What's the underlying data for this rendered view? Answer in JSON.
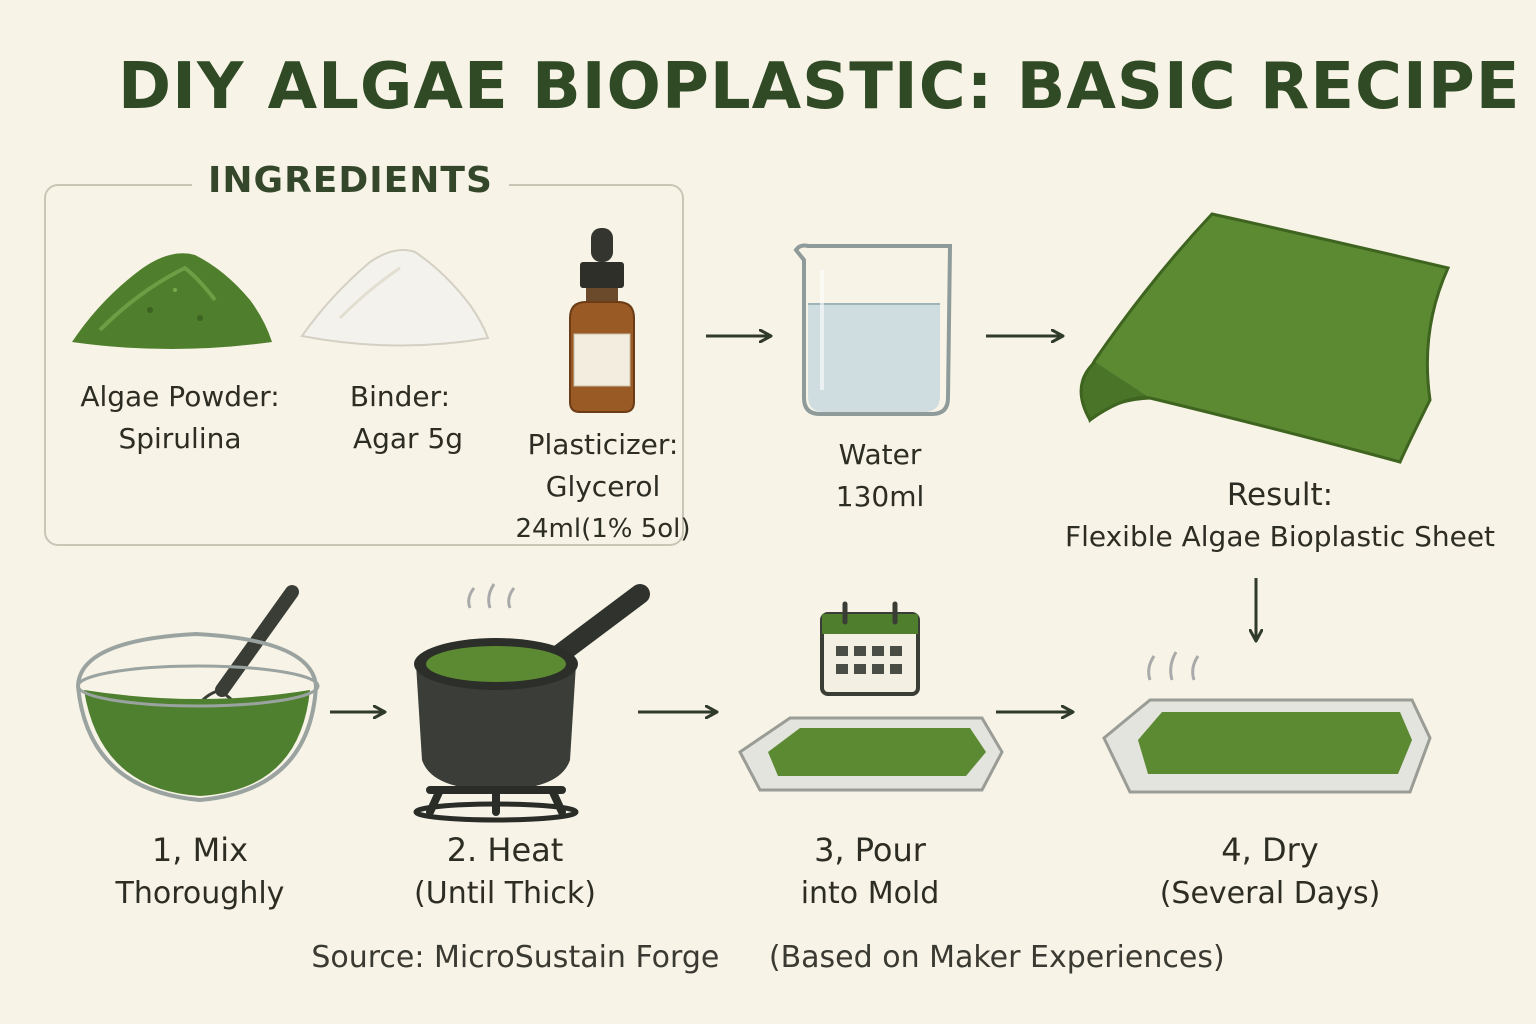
{
  "title": "DIY ALGAE BIOPLASTIC: BASIC RECIPE",
  "ingredients": {
    "heading": "INGREDIENTS",
    "algae": {
      "line1": "Algae Powder:",
      "line2": "Spirulina"
    },
    "binder": {
      "line1": "Binder:",
      "line2": "Agar 5g"
    },
    "plasticizer": {
      "line1": "Plasticizer:",
      "line2": "Glycerol",
      "line3": "24ml(1% 5ol)"
    }
  },
  "water": {
    "line1": "Water",
    "line2": "130ml"
  },
  "result": {
    "line1": "Result:",
    "line2": "Flexible Algae Bioplastic Sheet"
  },
  "steps": [
    {
      "line1": "1, Mix",
      "line2": "Thoroughly"
    },
    {
      "line1": "2. Heat",
      "line2": "(Until Thick)"
    },
    {
      "line1": "3, Pour",
      "line2": "into Mold"
    },
    {
      "line1": "4, Dry",
      "line2": "(Several Days)"
    }
  ],
  "source": {
    "left": "Source: MicroSustain Forge",
    "right": "(Based on Maker Experiences)"
  },
  "colors": {
    "title": "#2f4a25",
    "algae_green": "#5a8a35",
    "background": "#f7f3e6",
    "arrow": "#2f3a2a"
  }
}
